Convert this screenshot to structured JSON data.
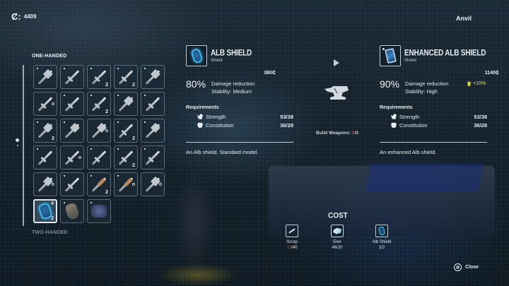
{
  "hud": {
    "currency_icon": "coin-icon",
    "currency_amount": "4409",
    "station_title": "Anvil"
  },
  "inventory": {
    "category_active": "ONE-HANDED",
    "category_next": "TWO-HANDED",
    "items": [
      {
        "type": "axe",
        "count": "",
        "new": true
      },
      {
        "type": "sword",
        "count": "",
        "new": true
      },
      {
        "type": "sword",
        "count": "2",
        "new": true
      },
      {
        "type": "sword",
        "count": "2",
        "new": true
      },
      {
        "type": "axe",
        "count": "",
        "new": true
      },
      {
        "type": "sword",
        "count": "",
        "new": false,
        "marked": true
      },
      {
        "type": "sword",
        "count": "",
        "new": true
      },
      {
        "type": "sword",
        "count": "2",
        "new": true
      },
      {
        "type": "axe",
        "count": "",
        "new": true
      },
      {
        "type": "sword",
        "count": "",
        "new": true
      },
      {
        "type": "axe",
        "count": "2",
        "new": true
      },
      {
        "type": "axe",
        "count": "",
        "new": true
      },
      {
        "type": "axe",
        "count": "",
        "new": false,
        "marked": true
      },
      {
        "type": "sword",
        "count": "2",
        "new": true
      },
      {
        "type": "axe",
        "count": "",
        "new": true
      },
      {
        "type": "sword",
        "count": "",
        "new": true
      },
      {
        "type": "sword",
        "count": "",
        "new": false,
        "marked": true
      },
      {
        "type": "sword",
        "count": "",
        "new": true
      },
      {
        "type": "sword",
        "count": "2",
        "new": true
      },
      {
        "type": "sword",
        "count": "",
        "new": true
      },
      {
        "type": "axe",
        "count": "",
        "new": false,
        "marked": true
      },
      {
        "type": "sword",
        "count": "",
        "new": true
      },
      {
        "type": "club",
        "count": "2",
        "new": true
      },
      {
        "type": "club",
        "count": "",
        "new": true,
        "marked": true
      },
      {
        "type": "axe",
        "count": "",
        "new": false,
        "marked": true
      },
      {
        "type": "shield",
        "count": "2",
        "top_count": "4",
        "selected": true
      },
      {
        "type": "wood-shield",
        "count": "",
        "new": true
      },
      {
        "type": "gear",
        "count": "",
        "new": true
      }
    ]
  },
  "current_item": {
    "name": "ALB SHIELD",
    "type": "Shield",
    "price": "380₵",
    "damage_reduction_pct": "80%",
    "damage_reduction_label": "Damage reduction",
    "stability": "Stability: Medium",
    "requirements_title": "Requirements",
    "requirements": [
      {
        "name": "Strength",
        "value": "53/38",
        "icon": "strength-icon"
      },
      {
        "name": "Constitution",
        "value": "36/28",
        "icon": "constitution-icon"
      }
    ],
    "description": "An Alb shield. Standard model."
  },
  "upgraded_item": {
    "name": "ENHANCED ALB SHIELD",
    "type": "Shield",
    "price": "1140₵",
    "damage_reduction_pct": "90%",
    "damage_reduction_label": "Damage reduction",
    "bonus": "+10%",
    "stability": "Stability: High",
    "requirements_title": "Requirements",
    "requirements": [
      {
        "name": "Strength",
        "value": "53/38",
        "icon": "strength-icon"
      },
      {
        "name": "Constitution",
        "value": "36/28",
        "icon": "constitution-icon"
      }
    ],
    "description": "An enhanced Alb shield."
  },
  "crafting": {
    "build_label": "Build Weapons: ",
    "build_used": "1",
    "build_total": "/3",
    "cost_title": "COST",
    "costs": [
      {
        "name": "Scrap",
        "have": "13",
        "need": "/40",
        "short": true
      },
      {
        "name": "Elex",
        "value": "46/20"
      },
      {
        "name": "Alb Shield",
        "value": "2/2"
      }
    ]
  },
  "footer": {
    "close_label": "Close"
  },
  "colors": {
    "accent_warning": "#e04848",
    "bonus": "#e6e54a",
    "text": "#e8edf2"
  }
}
